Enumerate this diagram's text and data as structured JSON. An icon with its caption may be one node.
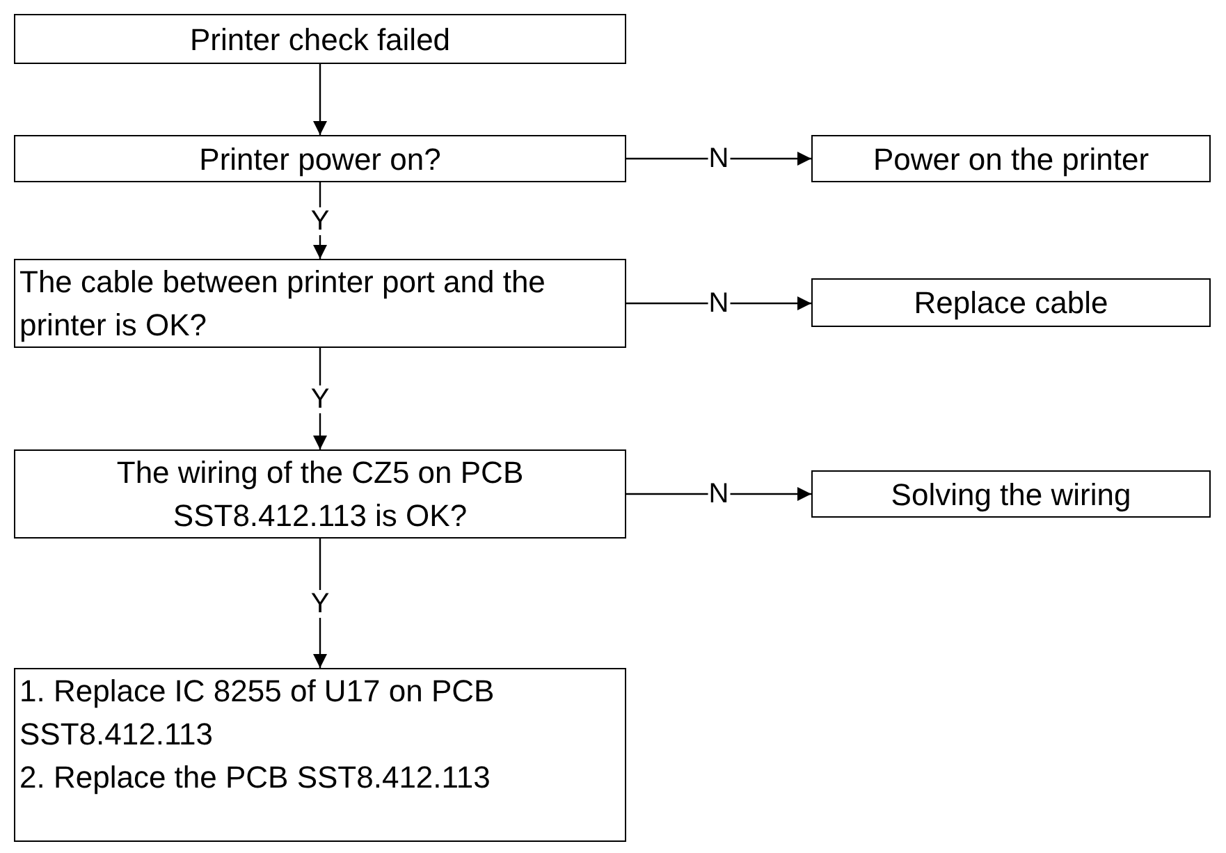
{
  "diagram": {
    "nodes": [
      {
        "text": [
          "Printer check failed"
        ]
      },
      {
        "text": [
          "Printer power on?"
        ]
      },
      {
        "text": [
          "Power on the printer"
        ]
      },
      {
        "text": [
          "The cable between printer port and the printer is OK?"
        ]
      },
      {
        "text": [
          "Replace cable"
        ]
      },
      {
        "text": [
          "The wiring of the CZ5 on PCB SST8.412.113 is OK?"
        ]
      },
      {
        "text": [
          "Solving the wiring"
        ]
      },
      {
        "text": [
          "1. Replace IC 8255 of U17 on PCB SST8.412.113",
          "2. Replace the PCB SST8.412.113"
        ]
      }
    ],
    "edges": [
      {
        "from": 0,
        "to": 1,
        "arrow": "to"
      },
      {
        "from": 1,
        "to": 2,
        "arrow": "to",
        "label": "N"
      },
      {
        "from": 1,
        "to": 3,
        "arrow": "to",
        "label": "Y"
      },
      {
        "from": 3,
        "to": 4,
        "arrow": "to",
        "label": "N"
      },
      {
        "from": 3,
        "to": 5,
        "arrow": "to",
        "label": "Y"
      },
      {
        "from": 5,
        "to": 6,
        "arrow": "to",
        "label": "N"
      },
      {
        "from": 5,
        "to": 7,
        "arrow": "to",
        "label": "Y"
      }
    ]
  }
}
